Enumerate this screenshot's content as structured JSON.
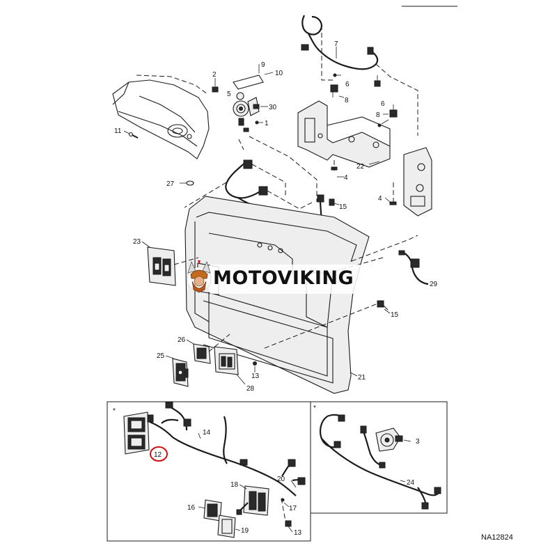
{
  "brand": {
    "name": "MOTOVIKING"
  },
  "figure": {
    "code": "NA12824",
    "kit_marker": "*"
  },
  "callouts": {
    "c1": "1",
    "c2": "2",
    "c3": "3",
    "c4a": "4",
    "c4b": "4",
    "c5": "5",
    "c6": "6",
    "c7": "7",
    "c8a": "8",
    "c8b": "8",
    "c9": "9",
    "c10": "10",
    "c11": "11",
    "c12": "12",
    "c13a": "13",
    "c13b": "13",
    "c14": "14",
    "c15a": "15",
    "c15b": "15",
    "c16": "16",
    "c17": "17",
    "c18": "18",
    "c19": "19",
    "c20": "20",
    "c21": "21",
    "c22": "22",
    "c23": "23",
    "c24": "24",
    "c25": "25",
    "c26": "26",
    "c27": "27",
    "c28": "28",
    "c29": "29",
    "c30": "30"
  },
  "colors": {
    "line": "#1a1a1a",
    "highlight": "#d01010",
    "background": "#ffffff",
    "watermark_orange": "#c46a1c"
  }
}
